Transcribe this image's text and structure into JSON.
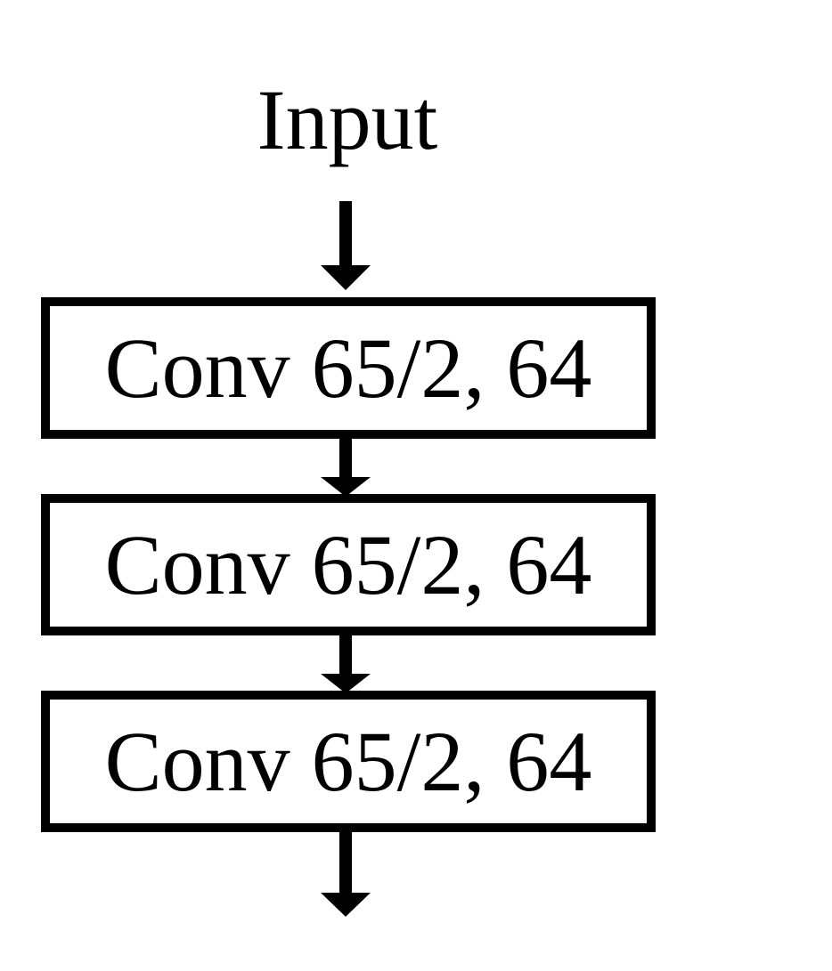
{
  "diagram": {
    "input_label": "Input",
    "layers": [
      {
        "label": "Conv 65/2, 64"
      },
      {
        "label": "Conv 65/2, 64"
      },
      {
        "label": "Conv 65/2, 64"
      }
    ],
    "colors": {
      "stroke": "#000000",
      "background": "#ffffff"
    }
  }
}
